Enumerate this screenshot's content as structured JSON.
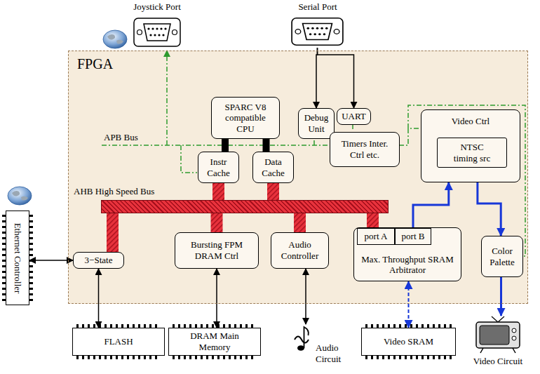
{
  "diagram": {
    "nodes": [
      {
        "text": [
          "Joystick Port"
        ]
      },
      {
        "text": [
          "Serial Port"
        ]
      },
      {
        "text": [
          "FPGA"
        ]
      },
      {
        "text": [
          "SPARC V8 compatible CPU"
        ],
        "in": 2
      },
      {
        "text": [
          "Debug Unit"
        ],
        "in": 2
      },
      {
        "text": [
          "UART"
        ],
        "in": 2
      },
      {
        "text": [
          "Video Ctrl"
        ],
        "in": 2
      },
      {
        "text": [
          "NTSC timing src"
        ],
        "in": 6
      },
      {
        "text": [
          "Timers Inter. Ctrl etc."
        ],
        "in": 2
      },
      {
        "text": [
          "Instr Cache"
        ],
        "in": 2
      },
      {
        "text": [
          "Data Cache"
        ],
        "in": 2
      },
      {
        "text": [
          "AHB High Speed Bus"
        ],
        "in": 2
      },
      {
        "text": [
          "3−State"
        ],
        "in": 2
      },
      {
        "text": [
          "Bursting FPM DRAM Ctrl"
        ],
        "in": 2
      },
      {
        "text": [
          "Audio Controller"
        ],
        "in": 2
      },
      {
        "text": [
          "Max. Throughput SRAM Arbitrator"
        ],
        "in": 2
      },
      {
        "text": [
          "port A"
        ],
        "in": 15
      },
      {
        "text": [
          "port B"
        ],
        "in": 15
      },
      {
        "text": [
          "Color Palette"
        ],
        "in": 2
      },
      {
        "text": [
          "Ethernet Controller"
        ]
      },
      {
        "text": [
          "FLASH"
        ]
      },
      {
        "text": [
          "DRAM Main Memory"
        ]
      },
      {
        "text": [
          "Audio Circuit"
        ]
      },
      {
        "text": [
          "Video SRAM"
        ]
      },
      {
        "text": [
          "Video Circuit"
        ]
      }
    ],
    "edges": [
      {
        "from": 1,
        "to": 4,
        "arrow": "to"
      },
      {
        "from": 1,
        "to": 5,
        "arrow": "to"
      },
      {
        "from": 3,
        "to": 9,
        "arrow": "none"
      },
      {
        "from": 3,
        "to": 10,
        "arrow": "none"
      },
      {
        "from": 9,
        "to": 11,
        "arrow": "none"
      },
      {
        "from": 10,
        "to": 11,
        "arrow": "none"
      },
      {
        "from": 12,
        "to": 11,
        "arrow": "none"
      },
      {
        "from": 13,
        "to": 11,
        "arrow": "none"
      },
      {
        "from": 14,
        "to": 11,
        "arrow": "none"
      },
      {
        "from": 16,
        "to": 11,
        "arrow": "none"
      },
      {
        "from": 17,
        "to": 6,
        "arrow": "to"
      },
      {
        "from": 6,
        "to": 18,
        "arrow": "to"
      },
      {
        "from": 18,
        "to": 24,
        "arrow": "to"
      },
      {
        "from": 19,
        "to": 12,
        "arrow": "both"
      },
      {
        "from": 12,
        "to": 20,
        "arrow": "both"
      },
      {
        "from": 13,
        "to": 21,
        "arrow": "both"
      },
      {
        "from": 14,
        "to": 22,
        "arrow": "both"
      },
      {
        "from": 15,
        "to": 23,
        "arrow": "both"
      }
    ],
    "labels": [
      "APB Bus"
    ]
  }
}
